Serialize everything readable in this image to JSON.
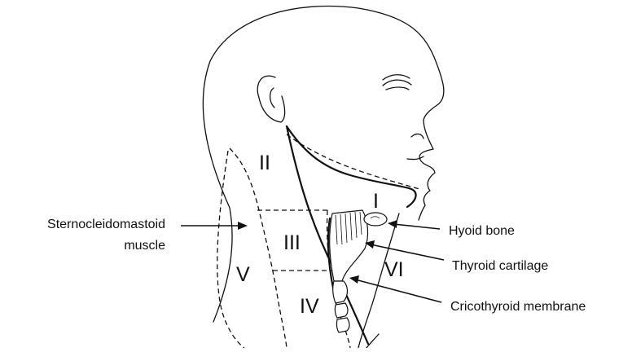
{
  "figure": {
    "levels": {
      "I": "I",
      "II": "II",
      "III": "III",
      "IV": "IV",
      "V": "V",
      "VI": "VI"
    },
    "labels": {
      "scm_line1": "Sternocleidomastoid",
      "scm_line2": "muscle",
      "hyoid": "Hyoid bone",
      "thyroid": "Thyroid cartilage",
      "cricothyroid": "Cricothyroid membrane"
    }
  }
}
